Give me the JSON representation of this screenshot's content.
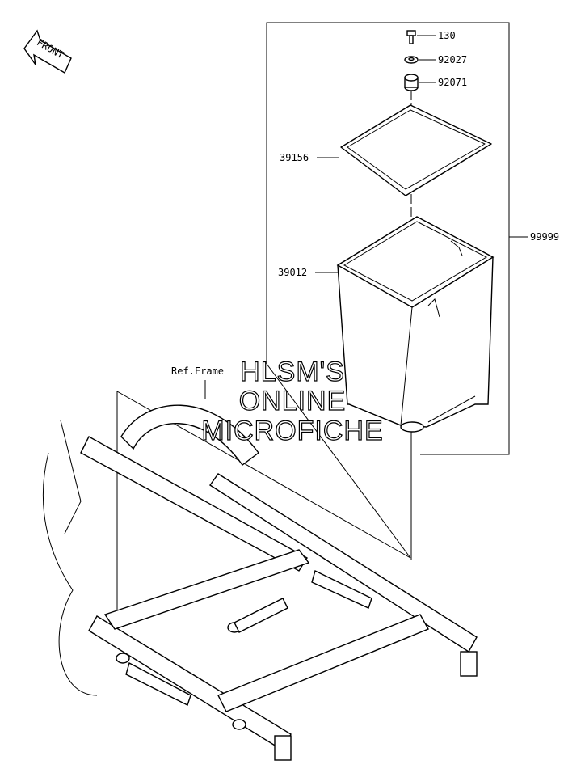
{
  "front_arrow": {
    "label": "FRONT",
    "icon": "front-arrow-icon"
  },
  "reference": {
    "frame_label": "Ref.Frame"
  },
  "parts": [
    {
      "number": "130"
    },
    {
      "number": "92027"
    },
    {
      "number": "92071"
    },
    {
      "number": "39156"
    },
    {
      "number": "39012"
    },
    {
      "number": "99999"
    }
  ],
  "watermark": {
    "line1": "HLSM'S",
    "line2": "ONLINE",
    "line3": "MICROFICHE"
  }
}
